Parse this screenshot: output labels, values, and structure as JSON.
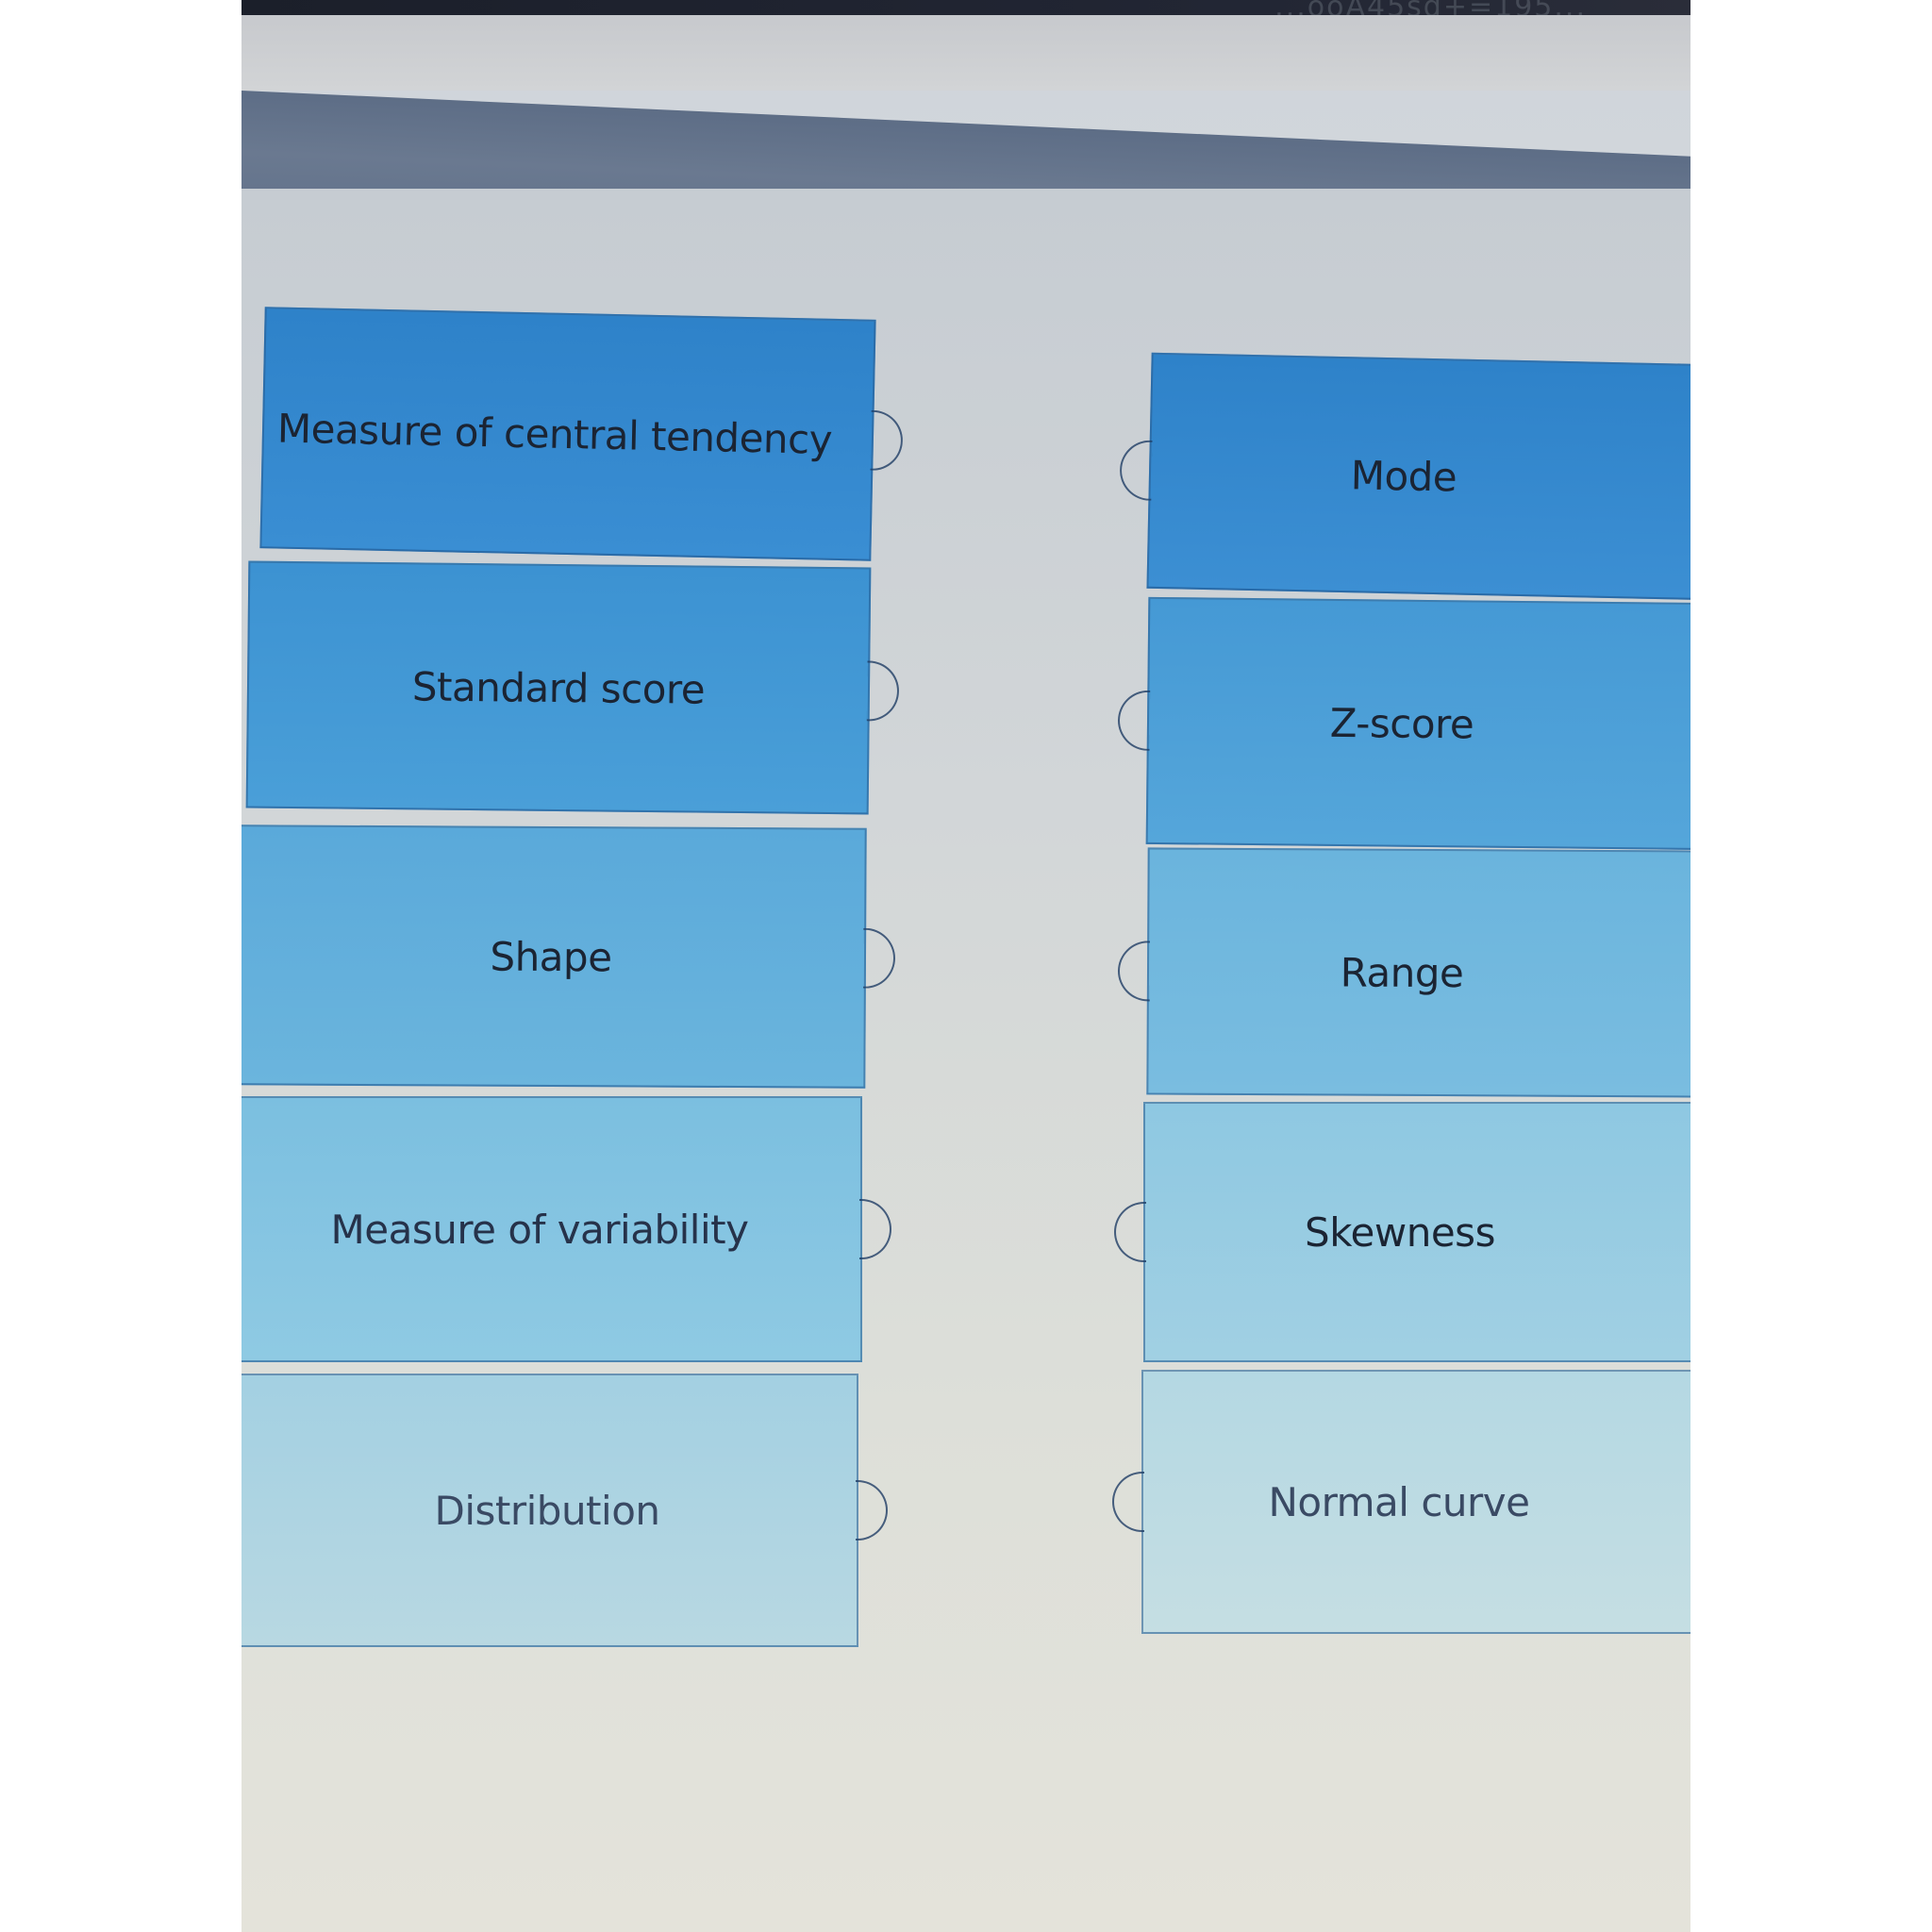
{
  "top_bezel": {
    "partial_text": "...ooA45sd+=195..."
  },
  "matching_activity": {
    "left_column": [
      {
        "label": "Measure of central tendency"
      },
      {
        "label": "Standard score"
      },
      {
        "label": "Shape"
      },
      {
        "label": "Measure of variability"
      },
      {
        "label": "Distribution"
      }
    ],
    "right_column": [
      {
        "label": "Mode"
      },
      {
        "label": "Z-score"
      },
      {
        "label": "Range"
      },
      {
        "label": "Skewness"
      },
      {
        "label": "Normal curve"
      }
    ]
  },
  "colors": {
    "tile_dark": "#2e82c9",
    "tile_light": "#c5dee3",
    "header_bar": "#62728b",
    "label_text": "#1b2433"
  }
}
